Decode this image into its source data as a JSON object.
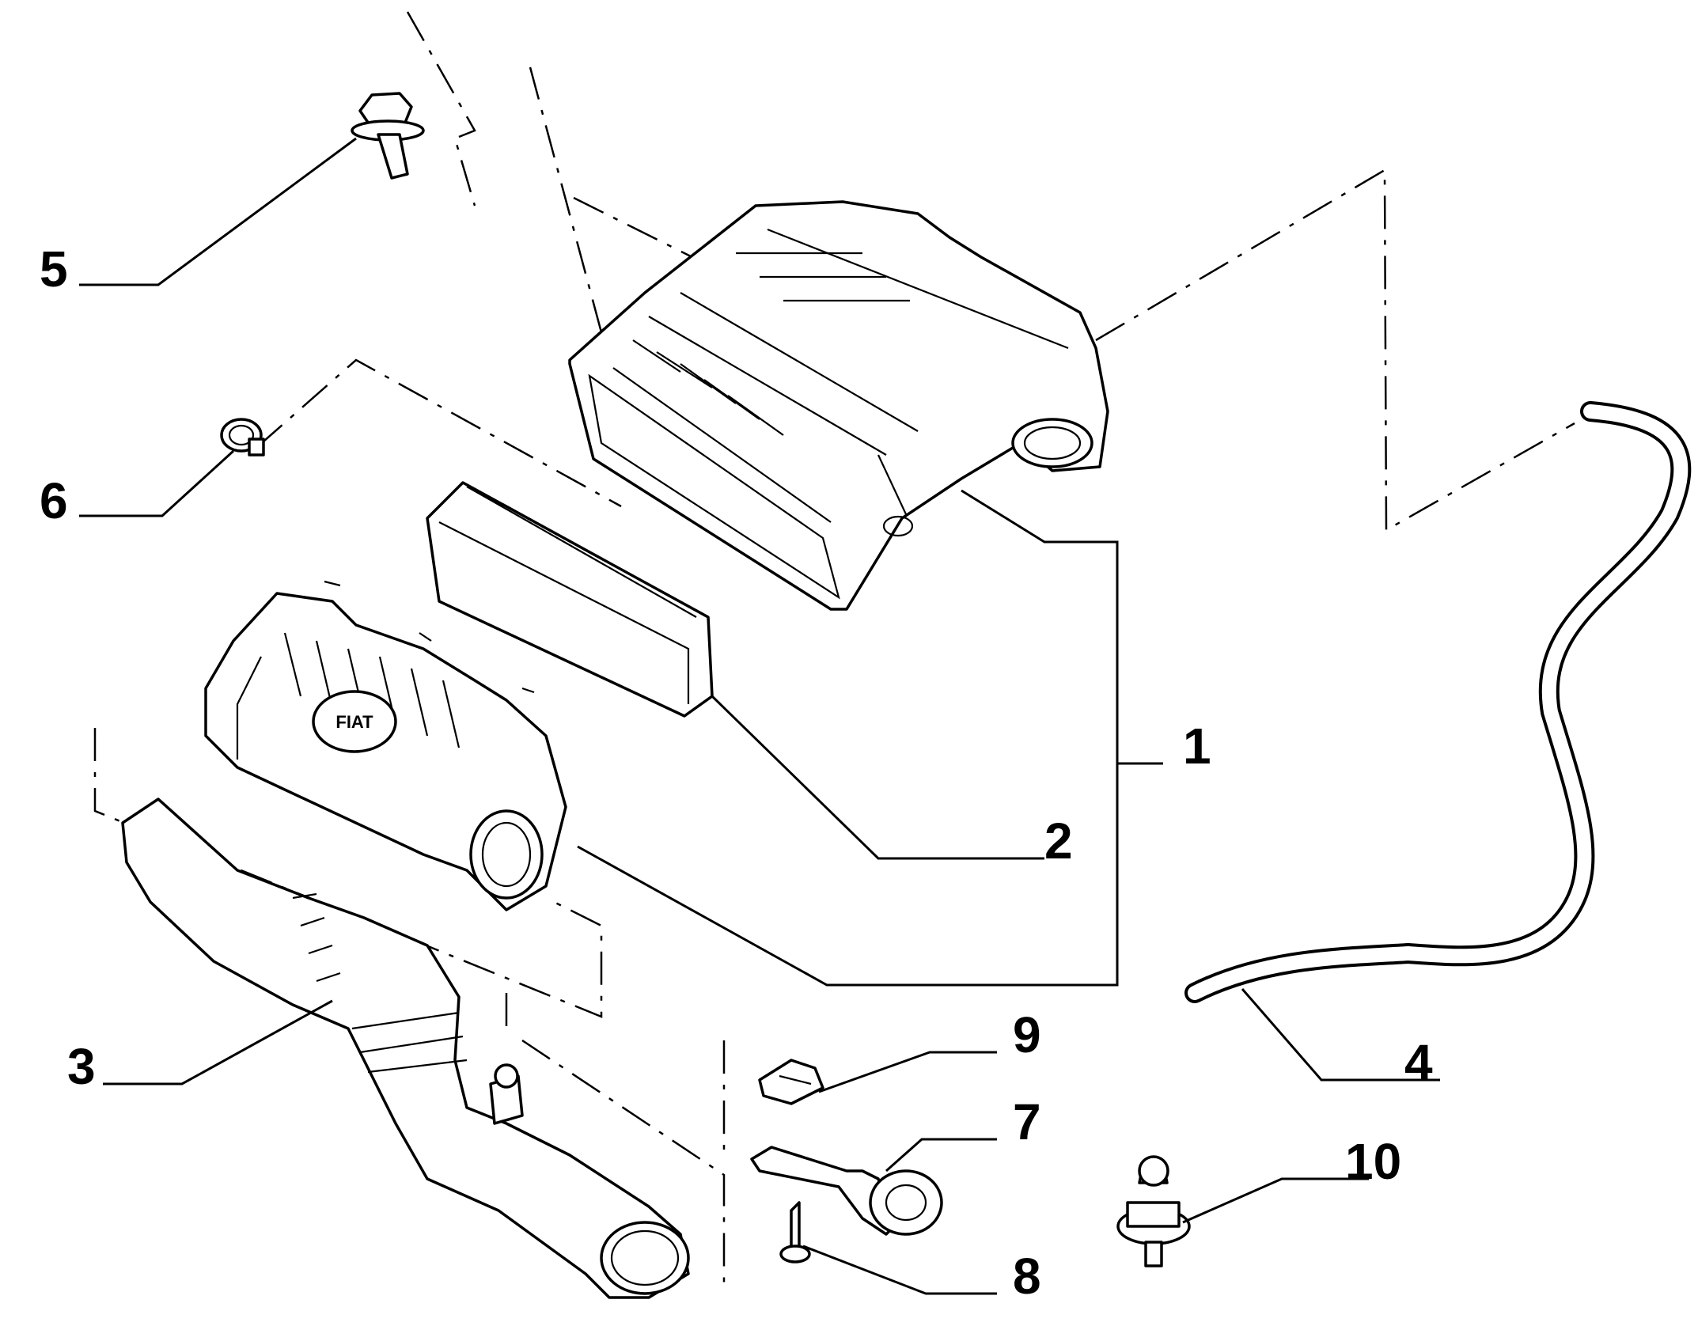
{
  "diagram": {
    "callouts": [
      {
        "id": "1",
        "label": "1"
      },
      {
        "id": "2",
        "label": "2"
      },
      {
        "id": "3",
        "label": "3"
      },
      {
        "id": "4",
        "label": "4"
      },
      {
        "id": "5",
        "label": "5"
      },
      {
        "id": "6",
        "label": "6"
      },
      {
        "id": "7",
        "label": "7"
      },
      {
        "id": "8",
        "label": "8"
      },
      {
        "id": "9",
        "label": "9"
      },
      {
        "id": "10",
        "label": "10"
      }
    ],
    "logo_text": "FIAT"
  }
}
